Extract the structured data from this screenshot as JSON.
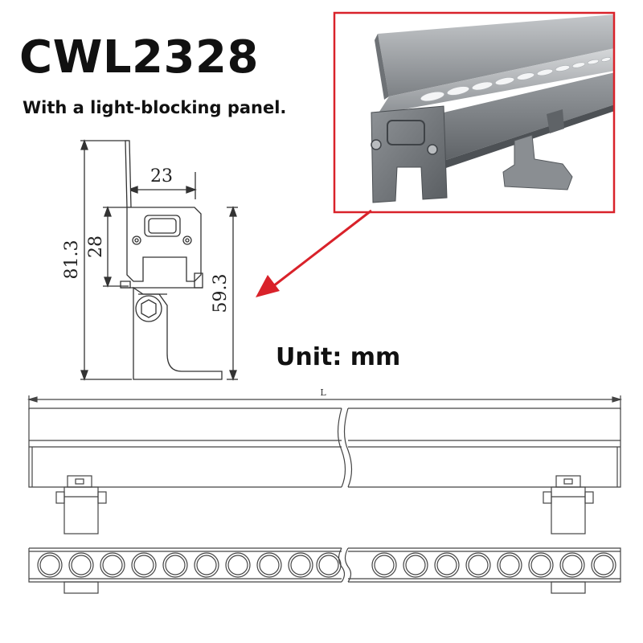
{
  "product": {
    "model": "CWL2328",
    "feature": "With a light-blocking panel."
  },
  "units": "Unit: mm",
  "dimensions": {
    "width": "23",
    "body_height": "28",
    "total_height": "81.3",
    "mount_height": "59.3",
    "length": "L"
  },
  "colors": {
    "highlight_frame": "#d9222a",
    "drawing_line": "#333333"
  }
}
